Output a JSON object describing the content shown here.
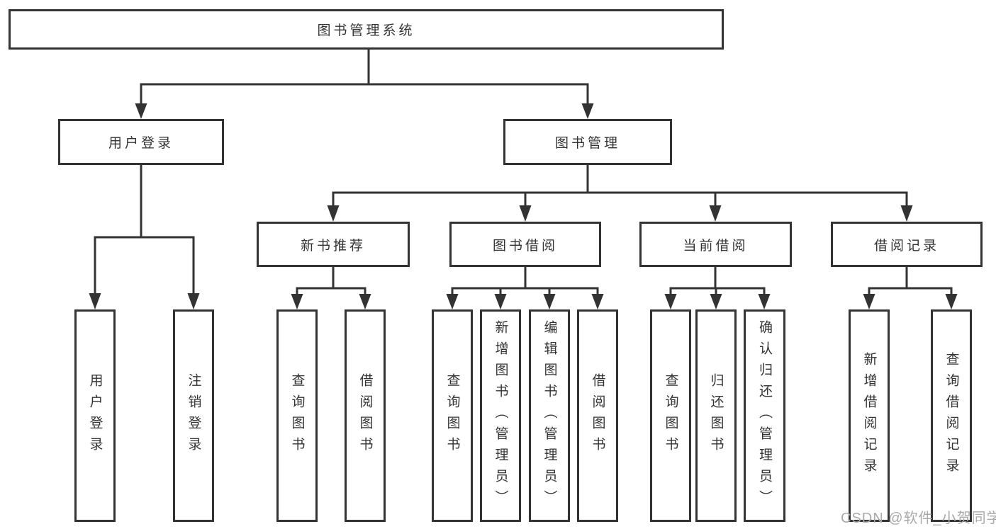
{
  "diagram": {
    "root": "图书管理系统",
    "level1": {
      "user_login": "用户登录",
      "book_management": "图书管理"
    },
    "level2": {
      "new_book_recommend": "新书推荐",
      "book_borrowing": "图书借阅",
      "current_borrowing": "当前借阅",
      "borrowing_records": "借阅记录"
    },
    "leaves": {
      "user_login": "用户登录",
      "logout": "注销登录",
      "nb_query_books": "查询图书",
      "nb_borrow_books": "借阅图书",
      "bb_query_books": "查询图书",
      "bb_add_books_admin": "新增图书（管理员）",
      "bb_edit_books_admin": "编辑图书（管理员）",
      "bb_borrow_books": "借阅图书",
      "cb_query_books": "查询图书",
      "cb_return_books": "归还图书",
      "cb_confirm_return_admin": "确认归还（管理员）",
      "br_add_record": "新增借阅记录",
      "br_query_record": "查询借阅记录"
    }
  },
  "watermark": "CSDN @软件_小贺同学",
  "colors": {
    "line": "#333333",
    "text": "#333333",
    "box_background": "#ffffff",
    "watermark_text": "#a9a9a9",
    "page_background": "#ffffff"
  }
}
